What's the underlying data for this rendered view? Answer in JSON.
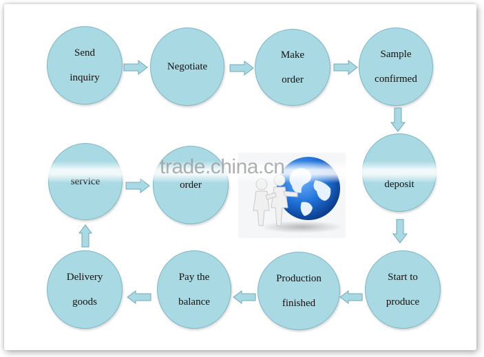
{
  "diagram": {
    "steps": [
      {
        "id": "send-inquiry",
        "label": "Send\ninquiry"
      },
      {
        "id": "negotiate",
        "label": "Negotiate"
      },
      {
        "id": "make-order",
        "label": "Make\norder"
      },
      {
        "id": "sample-confirmed",
        "label": "Sample\nconfirmed"
      },
      {
        "id": "deposit",
        "label": "deposit"
      },
      {
        "id": "start-to-produce",
        "label": "Start to\nproduce"
      },
      {
        "id": "production-finished",
        "label": "Production\nfinished"
      },
      {
        "id": "pay-the-balance",
        "label": "Pay the\nbalance"
      },
      {
        "id": "delivery-goods",
        "label": "Delivery\ngoods"
      },
      {
        "id": "service",
        "label": "service"
      },
      {
        "id": "order",
        "label": "order"
      }
    ],
    "watermark": "trade.china.cn",
    "colors": {
      "node_fill": "#a9d9e3",
      "node_border": "#7fb7c5",
      "arrow_fill": "#a9d9e3",
      "arrow_stroke": "#6fa8b8"
    }
  }
}
